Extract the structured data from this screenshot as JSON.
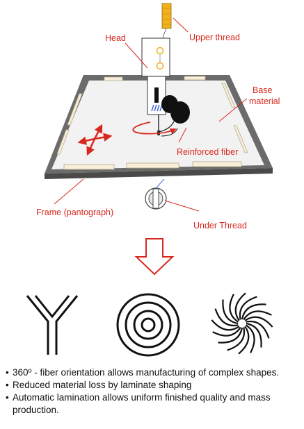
{
  "labels": {
    "upper_thread": "Upper thread",
    "head": "Head",
    "base_material": "Base\nmaterial",
    "reinforced_fiber": "Reinforced fiber",
    "frame": "Frame (pantograph)",
    "under_thread": "Under Thread"
  },
  "colors": {
    "label_red": "#d8281e",
    "frame_gray": "#6b6b6b",
    "base_fill": "#f2f2f2",
    "clamp_fill": "#f7efd9",
    "thread_spool": "#f2b01c"
  },
  "icons": [
    "y-shape-pattern-icon",
    "concentric-circles-pattern-icon",
    "radial-swirl-pattern-icon"
  ],
  "bullets": {
    "mark": "•",
    "items": [
      "360º - fiber orientation allows manufacturing of complex shapes.",
      "Reduced material loss by laminate shaping",
      "Automatic lamination allows uniform finished quality and mass production."
    ]
  }
}
